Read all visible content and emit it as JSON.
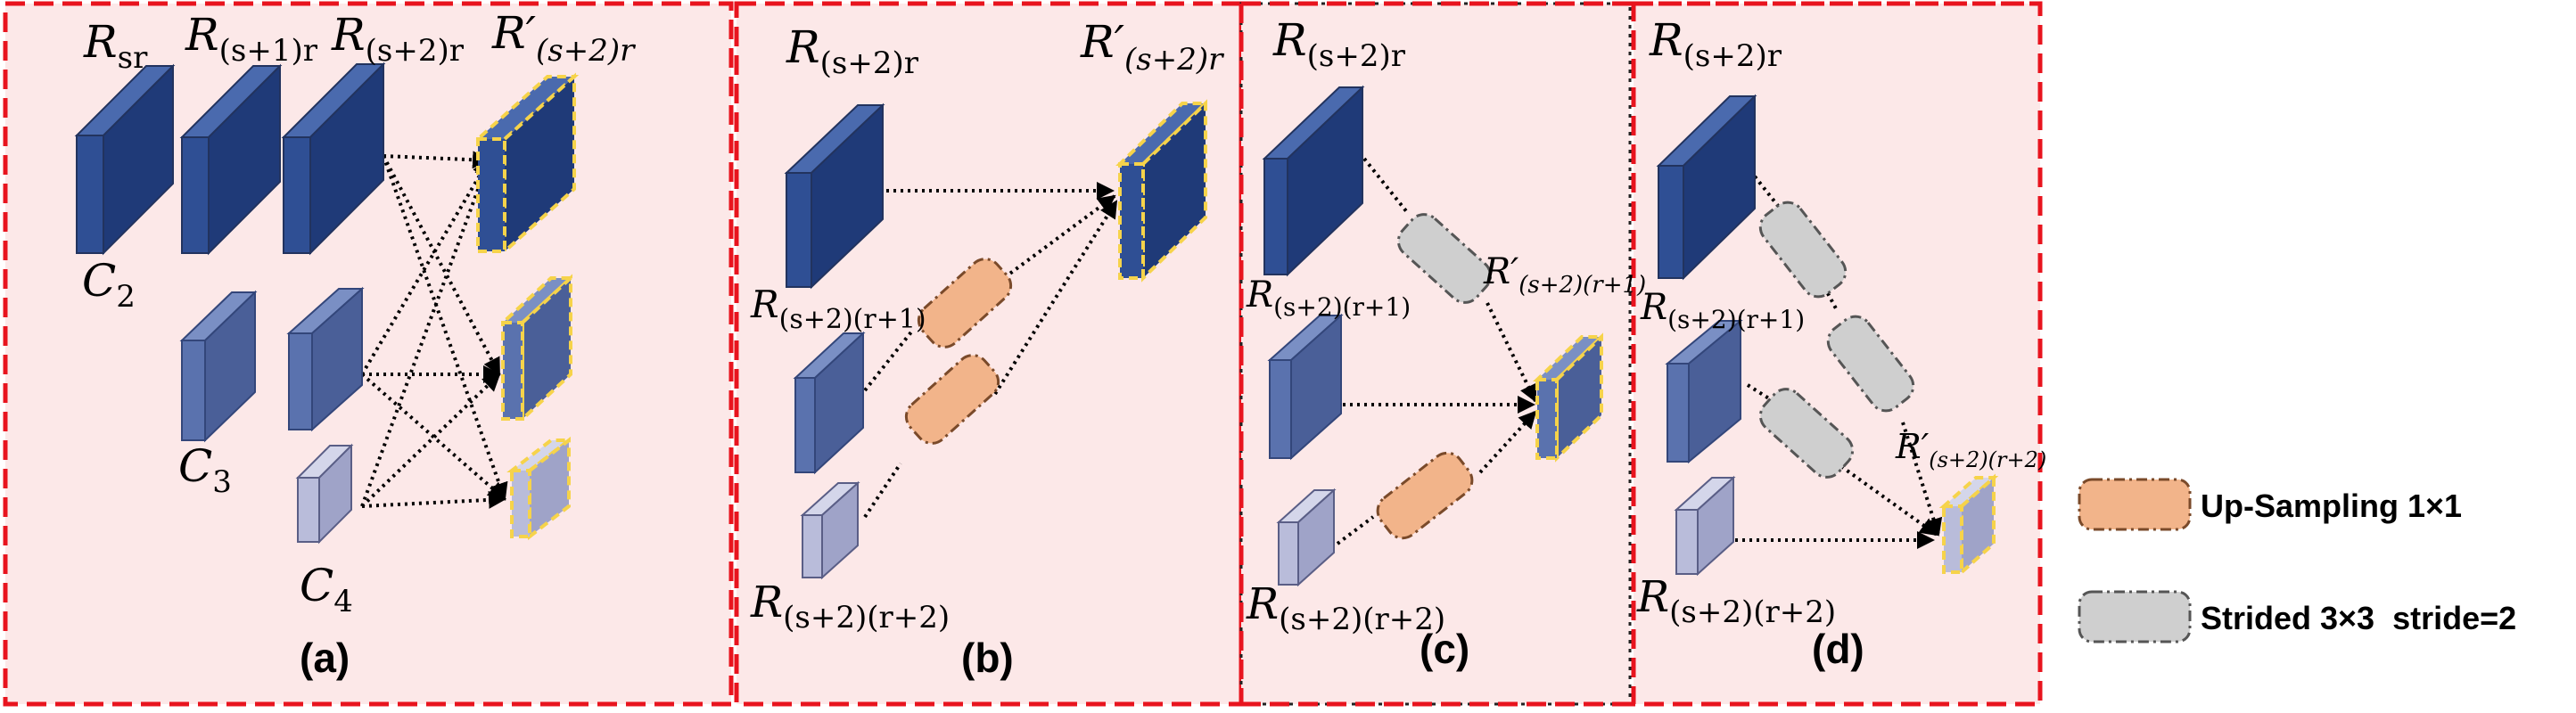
{
  "colors": {
    "panel_fill": "#fce8e8",
    "panel_border": "#e8141e",
    "dark_block": "#2b4a8c",
    "mid_block": "#4a64a0",
    "light_block": "#b4b8d6",
    "highlight_border": "#f6d34a",
    "upsample_fill": "#f2b48a",
    "upsample_border": "#7a4a2a",
    "strided_fill": "#cfcfcf",
    "strided_border": "#555555"
  },
  "panels": {
    "a": {
      "caption": "(a)",
      "labels": {
        "r_sr": "R",
        "r_sr_sub": "sr",
        "r_s1r": "R",
        "r_s1r_sub": "(s+1)r",
        "r_s2r": "R",
        "r_s2r_sub": "(s+2)r",
        "r_prime": "R′",
        "r_prime_sub": "(s+2)r",
        "c2": "C",
        "c2_sub": "2",
        "c3": "C",
        "c3_sub": "3",
        "c4": "C",
        "c4_sub": "4"
      }
    },
    "b": {
      "caption": "(b)",
      "labels": {
        "r_top": "R",
        "r_top_sub": "(s+2)r",
        "r_prime": "R′",
        "r_prime_sub": "(s+2)r",
        "r_mid": "R",
        "r_mid_sub": "(s+2)(r+1)",
        "r_bot": "R",
        "r_bot_sub": "(s+2)(r+2)"
      }
    },
    "c": {
      "caption": "(c)",
      "labels": {
        "r_top": "R",
        "r_top_sub": "(s+2)r",
        "r_mid": "R",
        "r_mid_sub": "(s+2)(r+1)",
        "r_prime": "R′",
        "r_prime_sub": "(s+2)(r+1)",
        "r_bot": "R",
        "r_bot_sub": "(s+2)(r+2)"
      }
    },
    "d": {
      "caption": "(d)",
      "labels": {
        "r_top": "R",
        "r_top_sub": "(s+2)r",
        "r_mid": "R",
        "r_mid_sub": "(s+2)(r+1)",
        "r_prime": "R′",
        "r_prime_sub": "(s+2)(r+2)",
        "r_bot": "R",
        "r_bot_sub": "(s+2)(r+2)"
      }
    }
  },
  "legend": {
    "upsampling": "Up-Sampling 1×1",
    "strided": "Strided 3×3  stride=2"
  }
}
